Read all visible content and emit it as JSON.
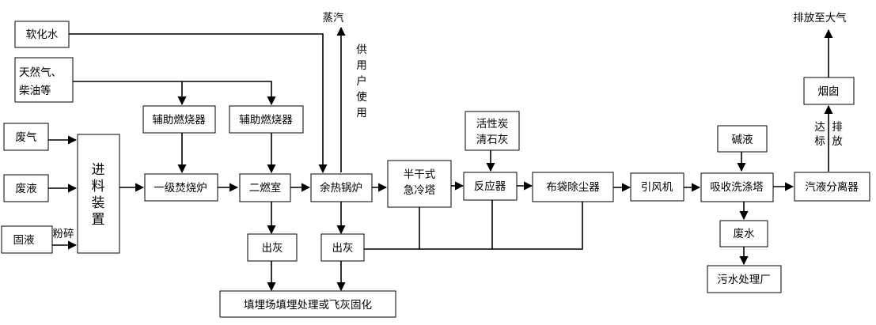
{
  "nodes": {
    "soft_water": "软化水",
    "fuel_line1": "天然气、",
    "fuel_line2": "柴油等",
    "waste_gas": "废气",
    "waste_liquid": "废液",
    "solid_liquid": "固液",
    "crush": "粉碎",
    "feeder": [
      "进",
      "料",
      "装",
      "置"
    ],
    "aux_burner_1": "辅助燃烧器",
    "aux_burner_2": "辅助燃烧器",
    "primary_incinerator": "一级焚烧炉",
    "secondary_chamber": "二燃室",
    "waste_heat_boiler": "余热锅炉",
    "quench_line1": "半干式",
    "quench_line2": "急冷塔",
    "reactor": "反应器",
    "baghouse": "布袋除尘器",
    "fan": "引风机",
    "scrubber": "吸收洗涤塔",
    "separator": "汽液分离器",
    "steam": "蒸汽",
    "user_supply": [
      "供",
      "用",
      "户",
      "使",
      "用"
    ],
    "carbon_line1": "活性炭",
    "carbon_line2": "清石灰",
    "alkali": "碱液",
    "chimney": "烟囱",
    "emission": "排放至大气",
    "meet_standard": [
      "达",
      "标"
    ],
    "discharge": [
      "排",
      "放"
    ],
    "ash_1": "出灰",
    "ash_2": "出灰",
    "wastewater": "废水",
    "sewage_plant": "污水处理厂",
    "landfill": "填埋场填埋处理或飞灰固化"
  }
}
